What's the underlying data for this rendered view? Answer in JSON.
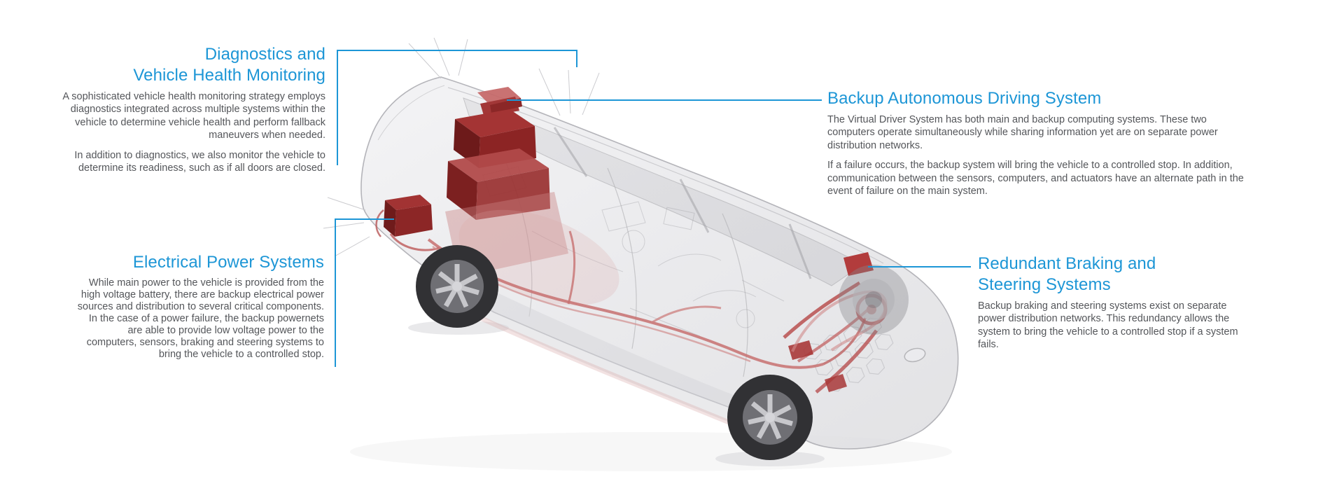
{
  "colors": {
    "accent": "#1d96d6",
    "body_text": "#54565a",
    "highlight_red": "#8c2424"
  },
  "callouts": {
    "diagnostics": {
      "title_lines": [
        "Diagnostics and",
        "Vehicle Health Monitoring"
      ],
      "paragraphs": [
        "A sophisticated vehicle health monitoring strategy employs diagnostics integrated across multiple systems within the vehicle to determine vehicle health and perform fallback maneuvers when needed.",
        "In addition to diagnostics, we also monitor the vehicle to determine its readiness, such as if all doors are closed."
      ]
    },
    "backup": {
      "title": "Backup Autonomous Driving System",
      "paragraphs": [
        "The Virtual Driver System has both main and backup computing systems. These two computers operate simultaneously while sharing information yet are on separate power distribution networks.",
        "If a failure occurs, the backup system will bring the vehicle to a controlled stop. In addition, communication between the sensors, computers, and actuators have an alternate path in the event of failure on the main system."
      ]
    },
    "electrical": {
      "title": "Electrical Power Systems",
      "paragraphs": [
        "While main power to the vehicle is provided from the high voltage battery, there are backup electrical power sources and distribution to several critical components. In the case of a power failure, the backup powernets are able to provide low voltage power to the computers, sensors, braking and steering systems to bring the vehicle to a controlled stop."
      ]
    },
    "redundant": {
      "title_lines": [
        "Redundant Braking and",
        "Steering Systems"
      ],
      "paragraphs": [
        "Backup braking and steering systems exist on separate power distribution networks. This redundancy allows the system to bring the vehicle to a controlled stop if a system fails."
      ]
    }
  }
}
